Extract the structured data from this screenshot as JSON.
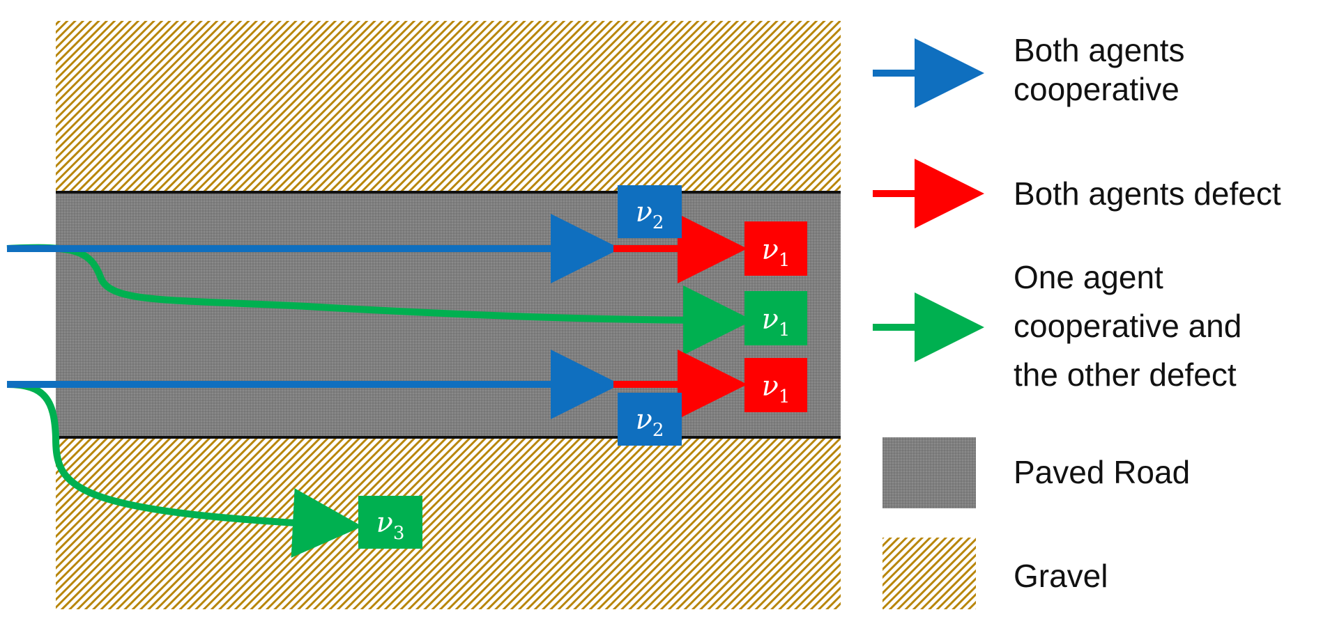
{
  "colors": {
    "cooperative": "#0f6fbf",
    "defect": "#ff0000",
    "mixed": "#00b050",
    "road": "#7f7f7f",
    "road_edge": "#111111",
    "gravel_base": "#ffffff",
    "gravel_stripe": "#b8860b"
  },
  "vehicles": {
    "v2_top": {
      "main": "ν",
      "sub": "2",
      "color": "#0f6fbf"
    },
    "v1_top": {
      "main": "ν",
      "sub": "1",
      "color": "#ff0000"
    },
    "v1_mid": {
      "main": "ν",
      "sub": "1",
      "color": "#00b050"
    },
    "v1_low": {
      "main": "ν",
      "sub": "1",
      "color": "#ff0000"
    },
    "v2_low": {
      "main": "ν",
      "sub": "2",
      "color": "#0f6fbf"
    },
    "v3": {
      "main": "ν",
      "sub": "3",
      "color": "#00b050"
    }
  },
  "legend": {
    "cooperative": [
      "Both agents",
      "cooperative"
    ],
    "defect": [
      "Both agents defect"
    ],
    "mixed": [
      "One agent",
      "cooperative and",
      "the other defect"
    ],
    "paved": [
      "Paved Road"
    ],
    "gravel": [
      "Gravel"
    ]
  }
}
